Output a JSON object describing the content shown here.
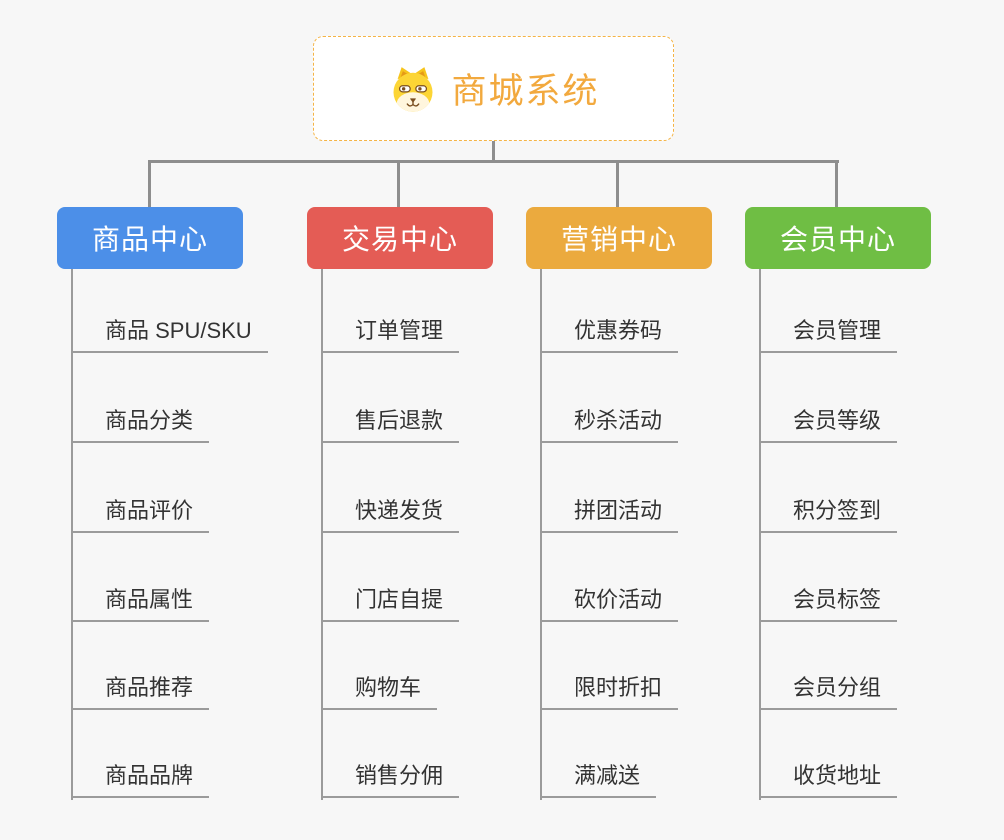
{
  "root": {
    "title": "商城系统",
    "icon": "dog-face-icon"
  },
  "branches": [
    {
      "label": "商品中心",
      "color": "#4c8fe8",
      "children": [
        "商品 SPU/SKU",
        "商品分类",
        "商品评价",
        "商品属性",
        "商品推荐",
        "商品品牌"
      ]
    },
    {
      "label": "交易中心",
      "color": "#e45c55",
      "children": [
        "订单管理",
        "售后退款",
        "快递发货",
        "门店自提",
        "购物车",
        "销售分佣"
      ]
    },
    {
      "label": "营销中心",
      "color": "#ebaa3e",
      "children": [
        "优惠券码",
        "秒杀活动",
        "拼团活动",
        "砍价活动",
        "限时折扣",
        "满减送"
      ]
    },
    {
      "label": "会员中心",
      "color": "#6fbe44",
      "children": [
        "会员管理",
        "会员等级",
        "积分签到",
        "会员标签",
        "会员分组",
        "收货地址"
      ]
    }
  ],
  "palette": {
    "canvas-bg": "#f7f7f7",
    "node-bg": "#ffffff",
    "root-border": "#f5b445",
    "root-text": "#f2a93e",
    "connector": "#8e8e8e",
    "child-line": "#9b9b9b",
    "child-text": "#333333",
    "branch-text": "#ffffff"
  }
}
